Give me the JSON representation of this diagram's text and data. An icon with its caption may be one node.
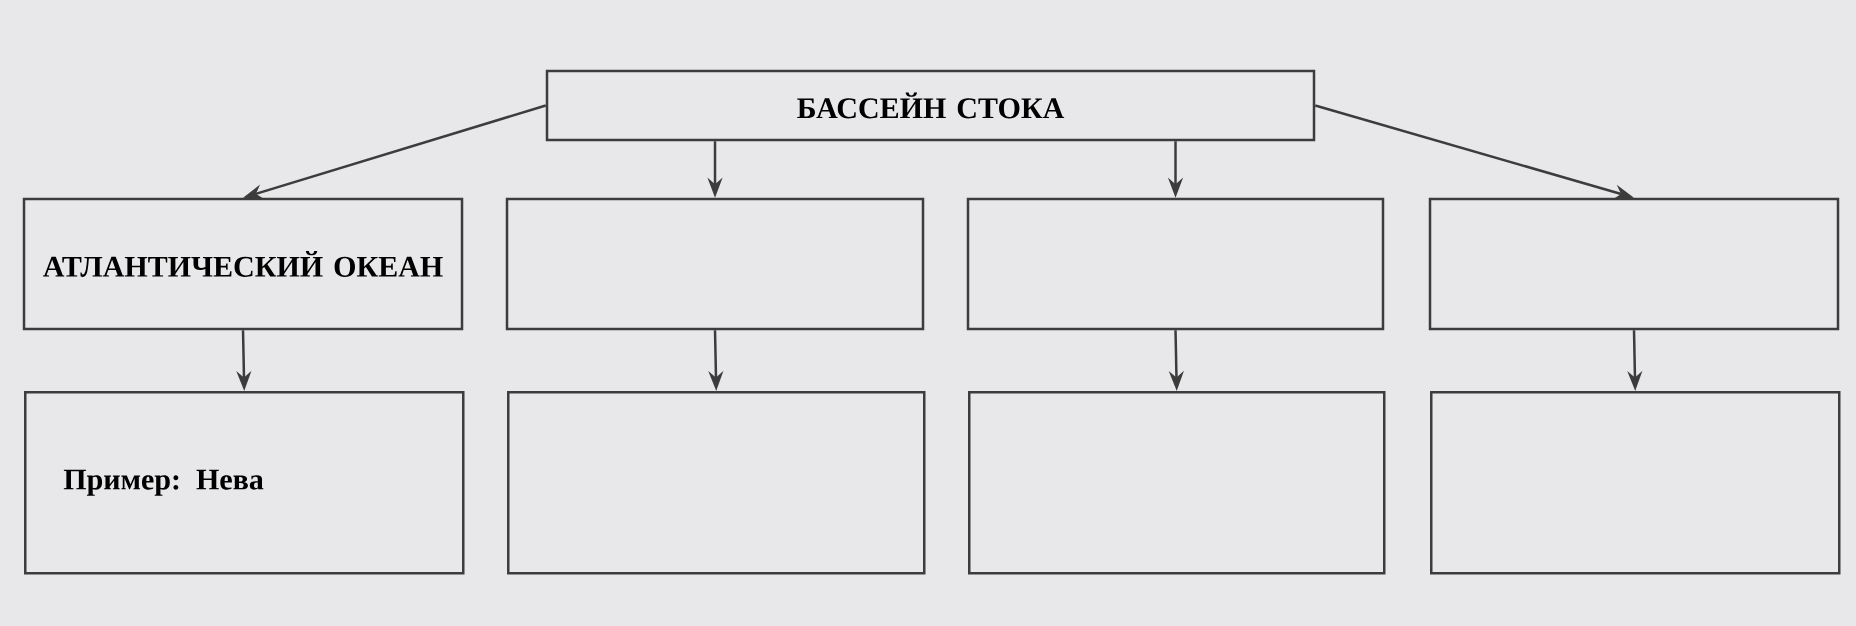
{
  "diagram": {
    "nodes": [
      {
        "text": [
          "БАССЕЙН СТОКА"
        ]
      },
      {
        "text": [
          "АТЛАНТИЧЕСКИЙ ОКЕАН"
        ]
      },
      {
        "text": [],
        "shape": "box"
      },
      {
        "text": [],
        "shape": "box"
      },
      {
        "text": [],
        "shape": "box"
      },
      {
        "text": [
          "Пример: Нева"
        ]
      },
      {
        "text": [],
        "shape": "box"
      },
      {
        "text": [],
        "shape": "box"
      },
      {
        "text": [],
        "shape": "box"
      }
    ],
    "edges": [
      {
        "from": 0,
        "to": 1,
        "arrow": "to"
      },
      {
        "from": 0,
        "to": 2,
        "arrow": "to"
      },
      {
        "from": 0,
        "to": 3,
        "arrow": "to"
      },
      {
        "from": 0,
        "to": 4,
        "arrow": "to"
      },
      {
        "from": 1,
        "to": 5,
        "arrow": "to"
      },
      {
        "from": 2,
        "to": 6,
        "arrow": "to"
      },
      {
        "from": 3,
        "to": 7,
        "arrow": "to"
      },
      {
        "from": 4,
        "to": 8,
        "arrow": "to"
      }
    ]
  }
}
